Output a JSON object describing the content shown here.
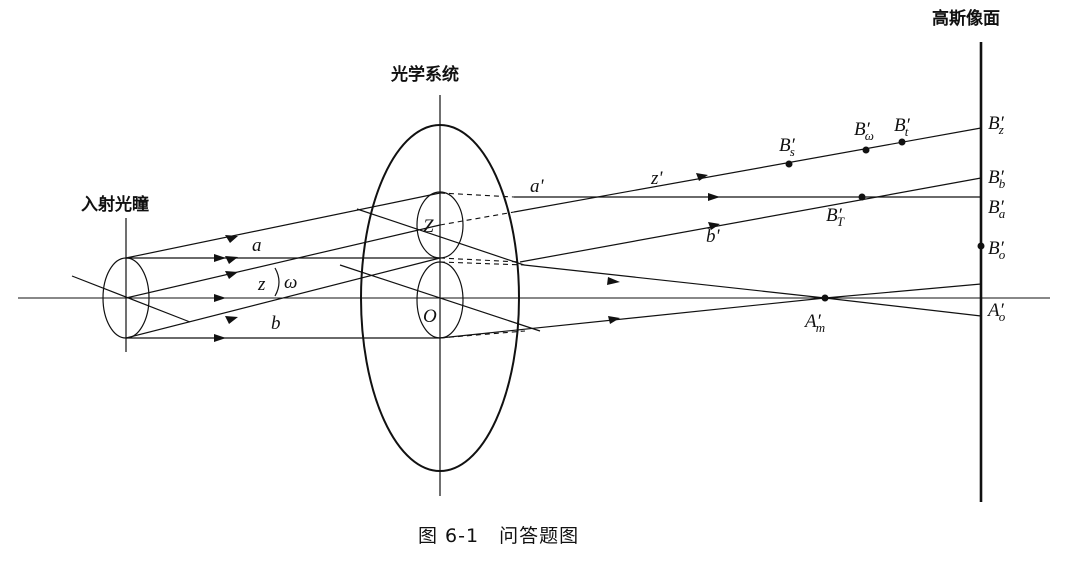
{
  "labels": {
    "entrance_pupil": "入射光瞳",
    "optical_system": "光学系统",
    "gaussian_image_plane": "高斯像面"
  },
  "ray_labels": {
    "a": "a",
    "b": "b",
    "a_prime": "a'",
    "b_prime": "b'",
    "z_prime": "z'",
    "z": "z",
    "omega": "ω",
    "Z": "Z",
    "O": "O"
  },
  "points": {
    "Bs": {
      "base": "B",
      "sub": "s"
    },
    "Bw": {
      "base": "B",
      "sub": "ω"
    },
    "Bt": {
      "base": "B",
      "sub": "t"
    },
    "BT": {
      "base": "B",
      "sub": "T"
    },
    "Am": {
      "base": "A",
      "sub": "m"
    },
    "Bz": {
      "base": "B",
      "sub": "z"
    },
    "Bb": {
      "base": "B",
      "sub": "b"
    },
    "Ba": {
      "base": "B",
      "sub": "a"
    },
    "Bo": {
      "base": "B",
      "sub": "o"
    },
    "Ao": {
      "base": "A",
      "sub": "o"
    }
  },
  "caption": "图 6-1　问答题图",
  "colors": {
    "ink": "#111111",
    "background": "#ffffff"
  }
}
